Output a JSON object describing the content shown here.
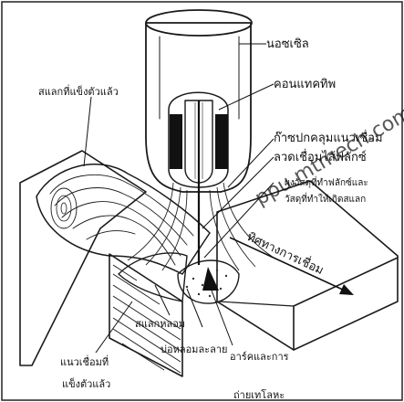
{
  "labels": {
    "nozzle": "นอซเซิล",
    "contact_tip": "คอนแทคทิพ",
    "shielding_gas": "ก๊าซปกคลุมแนวเชื่อม",
    "flux_cored_wire": "ลวดเชื่อมไส้ฟลักซ์",
    "flux_slag_powder_1": "ผงวัสดุที่ทำฟลักซ์และ",
    "flux_slag_powder_2": "วัสดุที่ทำให้เกิดสแลก",
    "solidified_slag": "สแลกที่แข็งตัวแล้ว",
    "welding_direction": "ทิศทางการเชื่อม",
    "molten_slag": "สแลกหลอม",
    "solidified_weld_1": "แนวเชื่อมที่",
    "solidified_weld_2": "แข็งตัวแล้ว",
    "molten_pool": "บ่อหลอมละลาย",
    "arc_transfer_1": "อาร์คและการ",
    "arc_transfer_2": "ถ่ายเทโลหะ"
  },
  "watermark": "ppu.mtmech.com"
}
